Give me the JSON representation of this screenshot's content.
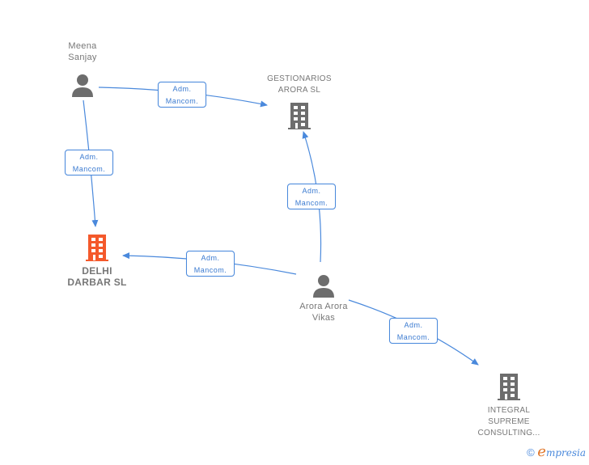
{
  "colors": {
    "edge": "#4a89dc",
    "node_icon": "#6d6d6d",
    "highlight_icon": "#f4592b",
    "label_text": "#777777"
  },
  "nodes": [
    {
      "id": "meena",
      "type": "person",
      "lines": [
        "Meena",
        "Sanjay"
      ],
      "highlight": false
    },
    {
      "id": "gestionarios",
      "type": "company",
      "lines": [
        "GESTIONARIOS",
        "ARORA SL"
      ],
      "highlight": false
    },
    {
      "id": "delhi",
      "type": "company",
      "lines": [
        "DELHI",
        "DARBAR SL"
      ],
      "highlight": true
    },
    {
      "id": "arora",
      "type": "person",
      "lines": [
        "Arora Arora",
        "Vikas"
      ],
      "highlight": false
    },
    {
      "id": "integral",
      "type": "company",
      "lines": [
        "INTEGRAL",
        "SUPREME",
        "CONSULTING..."
      ],
      "highlight": false
    }
  ],
  "edges": [
    {
      "from": "meena",
      "to": "gestionarios",
      "label": [
        "Adm.",
        "Mancom."
      ]
    },
    {
      "from": "meena",
      "to": "delhi",
      "label": [
        "Adm.",
        "Mancom."
      ]
    },
    {
      "from": "arora",
      "to": "gestionarios",
      "label": [
        "Adm.",
        "Mancom."
      ]
    },
    {
      "from": "arora",
      "to": "delhi",
      "label": [
        "Adm.",
        "Mancom."
      ]
    },
    {
      "from": "arora",
      "to": "integral",
      "label": [
        "Adm.",
        "Mancom."
      ]
    }
  ],
  "watermark": {
    "copyright": "©",
    "brand_initial": "e",
    "brand_rest": "mpresia"
  }
}
